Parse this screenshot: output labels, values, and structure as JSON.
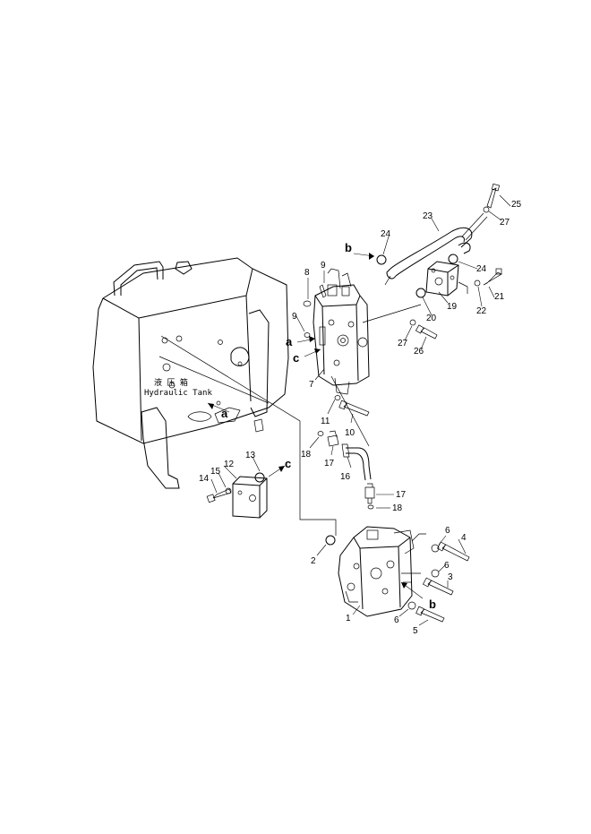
{
  "tank_label": {
    "chinese": "液 压 箱",
    "english": "Hydraulic Tank"
  },
  "letters": [
    "a",
    "b",
    "c"
  ],
  "callouts": [
    "1",
    "2",
    "3",
    "4",
    "5",
    "6",
    "7",
    "8",
    "9",
    "10",
    "11",
    "12",
    "13",
    "14",
    "15",
    "16",
    "17",
    "18",
    "19",
    "20",
    "21",
    "22",
    "23",
    "24",
    "25",
    "26",
    "27"
  ]
}
